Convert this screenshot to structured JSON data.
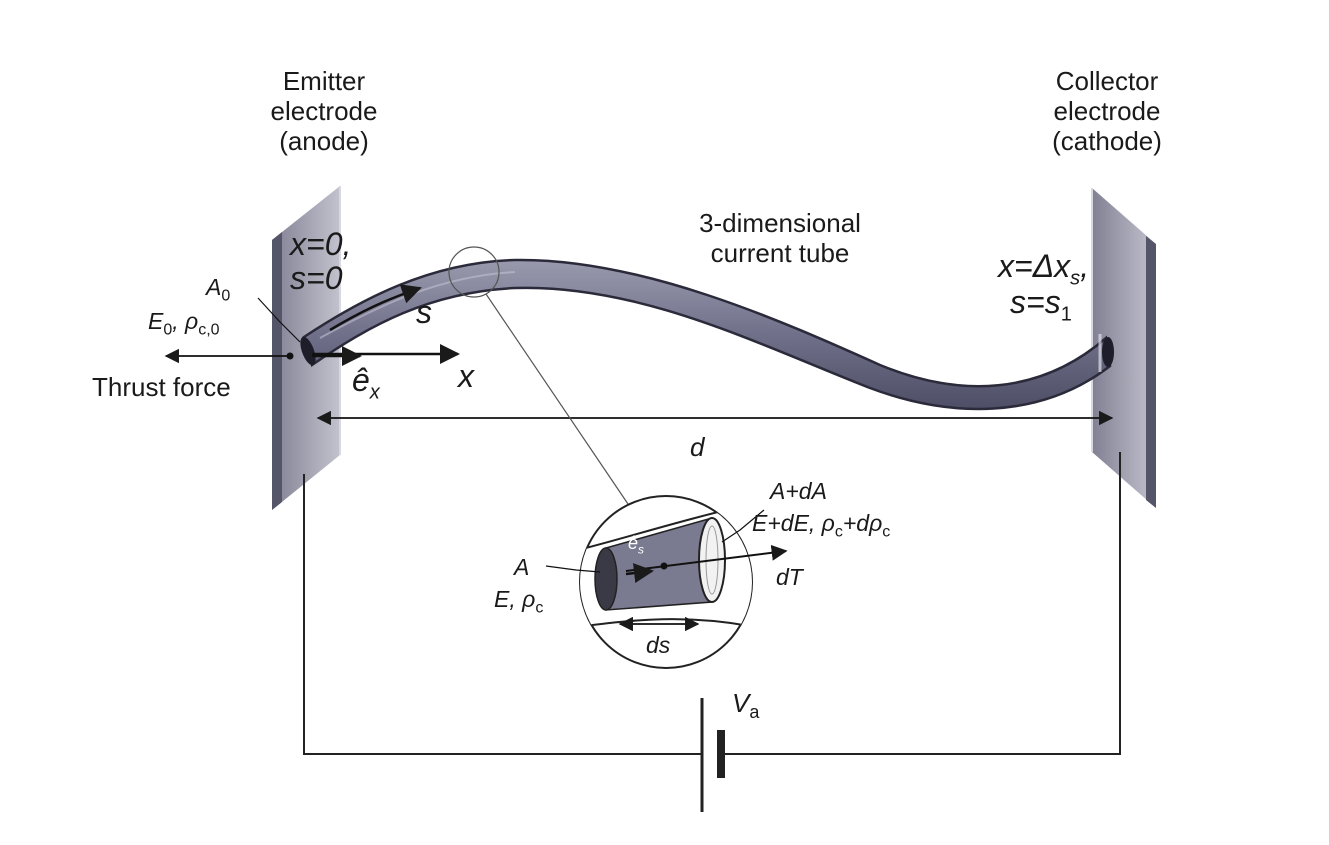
{
  "emitter": {
    "line1": "Emitter",
    "line2": "electrode",
    "line3": "(anode)"
  },
  "collector": {
    "line1": "Collector",
    "line2": "electrode",
    "line3": "(cathode)"
  },
  "tube": {
    "line1": "3-dimensional",
    "line2": "current tube"
  },
  "origin": {
    "x_label": "x=0,",
    "s_label": "s=0"
  },
  "end": {
    "x_label": "x=Δx",
    "x_sub": "s",
    "x_tail": ",",
    "s_label": "s=s",
    "s_sub": "1"
  },
  "inlet": {
    "area": "A",
    "area_sub": "0",
    "field": "E",
    "field_sub": "0",
    "rho": ", ρ",
    "rho_sub": "c,0"
  },
  "axis": {
    "s_label": "s",
    "x_label": "x",
    "unit_vec": "ê",
    "unit_vec_sub": "x"
  },
  "thrust_label": "Thrust force",
  "gap_label": "d",
  "element": {
    "in_area": "A",
    "in_field": "E",
    "in_rho": ", ρ",
    "in_rho_sub": "c",
    "out_area": "A+dA",
    "out_field": "E+dE",
    "out_rho": ", ρ",
    "out_rho_sub": "c",
    "out_drho": "+dρ",
    "out_drho_sub": "c",
    "unit_vec": "ê",
    "unit_vec_sub": "s",
    "thrust": "dT",
    "length": "ds"
  },
  "source": {
    "symbol": "V",
    "sub": "a"
  }
}
